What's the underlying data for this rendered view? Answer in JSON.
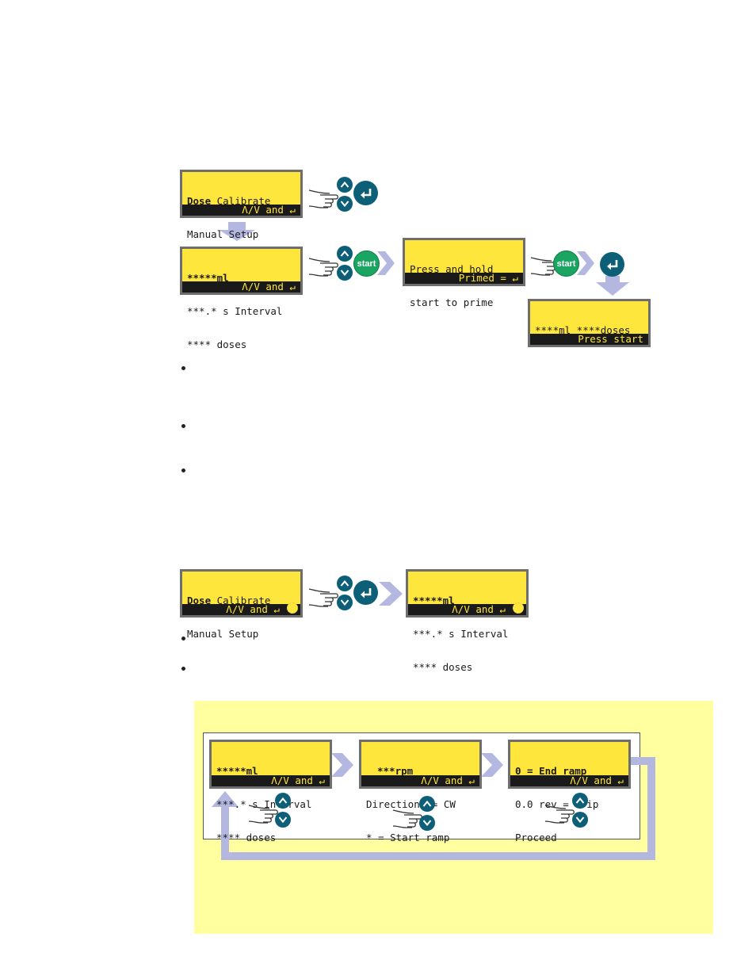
{
  "colors": {
    "lcd_bg": "#ffe63c",
    "lcd_bar": "#1a1a1a",
    "arrow": "#b4b8e0",
    "nav_button": "#0d5f78",
    "start_button": "#1aa562",
    "note_bg": "#ffff9f"
  },
  "icons": [
    "up-chevron-icon",
    "down-chevron-icon",
    "enter-icon",
    "start-button",
    "pointing-hand-icon",
    "flow-arrow"
  ],
  "diagram1": {
    "lcd_menu": {
      "line1_bold": "Dose",
      "line1_rest": " Calibrate",
      "line2": "Manual Setup",
      "status": "Λ/V and ↵"
    },
    "lcd_dose_settings": {
      "line1_bold": "*****ml",
      "line2": "***.* s Interval",
      "line3": "**** doses",
      "status": "Λ/V and ↵"
    },
    "lcd_prime": {
      "line1": "Press and hold",
      "line2": "start to prime",
      "status": "Primed = ↵"
    },
    "lcd_ready": {
      "line1": "****ml ****doses",
      "status": "Press start"
    },
    "start_label": "start"
  },
  "diagram2": {
    "lcd_menu": {
      "line1_bold": "Dose",
      "line1_rest": " Calibrate",
      "line2": "Manual Setup",
      "status": "Λ/V and ↵"
    },
    "lcd_dose_settings": {
      "line1_bold": "*****ml",
      "line2": "***.* s Interval",
      "line3": "**** doses",
      "status": "Λ/V and ↵"
    }
  },
  "diagram3": {
    "lcd_dose": {
      "line1_bold": "*****ml",
      "line2": "***.* s Interval",
      "line3": "**** doses",
      "status": "Λ/V and ↵"
    },
    "lcd_rpm": {
      "line1_bold": "***rpm",
      "line2": "Direction  = CW",
      "line3": "* = Start ramp",
      "status": "Λ/V and ↵"
    },
    "lcd_ramp": {
      "line1_bold": "0 = End ramp",
      "line2": "0.0 rev = drip",
      "line3": "Proceed",
      "status": "Λ/V and ↵"
    }
  }
}
